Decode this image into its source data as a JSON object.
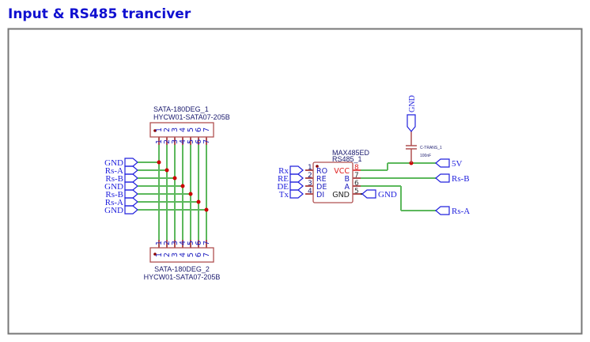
{
  "title": "Input & RS485 tranciver",
  "colors": {
    "title": "#1010d0",
    "wire": "#5cb85c",
    "pin": "#b05050",
    "junction": "#cc0000",
    "port": "#2222dd",
    "frame": "#777777"
  },
  "connector1": {
    "ref": "SATA-180DEG_1",
    "part": "HYCW01-SATA07-205B",
    "pins": [
      "1",
      "2",
      "3",
      "4",
      "5",
      "6",
      "7"
    ]
  },
  "connector2": {
    "ref": "SATA-180DEG_2",
    "part": "HYCW01-SATA07-205B",
    "pins": [
      "1",
      "2",
      "3",
      "4",
      "5",
      "6",
      "7"
    ]
  },
  "left_ports": [
    "GND",
    "Rs-A",
    "Rs-B",
    "GND",
    "Rs-B",
    "Rs-A",
    "GND"
  ],
  "ic": {
    "part": "MAX485ED",
    "ref": "RS485_1",
    "left_pins": [
      {
        "num": "1",
        "name": "RO"
      },
      {
        "num": "2",
        "name": "RE"
      },
      {
        "num": "3",
        "name": "DE"
      },
      {
        "num": "4",
        "name": "DI"
      }
    ],
    "right_pins": [
      {
        "num": "8",
        "name": "VCC"
      },
      {
        "num": "7",
        "name": "B"
      },
      {
        "num": "6",
        "name": "A"
      },
      {
        "num": "5",
        "name": "GND"
      }
    ]
  },
  "ic_ports": [
    "Rx",
    "RE",
    "DE",
    "Tx"
  ],
  "gnd_port_ic": "GND",
  "cap": {
    "ref": "C-TRANS_1",
    "value": "100nF"
  },
  "cap_gnd": "GND",
  "right_ports": {
    "vcc": "5V",
    "b": "Rs-B",
    "a": "Rs-A"
  }
}
